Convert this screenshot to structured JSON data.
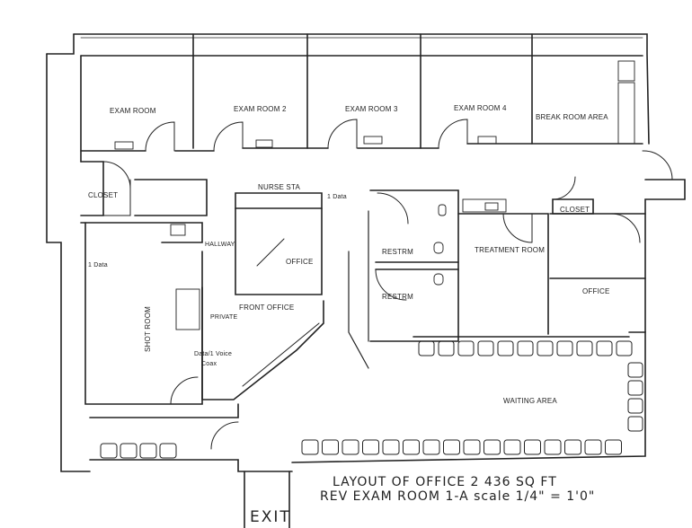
{
  "rooms": {
    "exam_room_1": "EXAM ROOM",
    "exam_room_2": "EXAM ROOM 2",
    "exam_room_3": "EXAM ROOM 3",
    "exam_room_4": "EXAM ROOM 4",
    "break_room": "BREAK ROOM AREA",
    "closet_left": "CLOSET",
    "closet_right": "CLOSET",
    "nurse_station": "NURSE STA",
    "office_center": "OFFICE",
    "restroom_1": "RESTRM",
    "restroom_2": "RESTRM",
    "treatment_room": "TREATMENT ROOM",
    "office_right": "OFFICE",
    "shot_room": "SHOT ROOM",
    "front_office": "FRONT OFFICE",
    "waiting_area": "WAITING AREA",
    "hallway": "HALLWAY"
  },
  "notes": {
    "data_nurse": "1 Data",
    "data_voice": "Data/1 Voice",
    "coax": "Coax",
    "data_left": "1 Data",
    "private": "PRIVATE"
  },
  "footer": {
    "exit": "EXIT",
    "title_line1": "LAYOUT OF OFFICE  2 436 SQ FT",
    "title_line2": "REV  EXAM ROOM 1-A   scale 1/4\" = 1'0\""
  }
}
